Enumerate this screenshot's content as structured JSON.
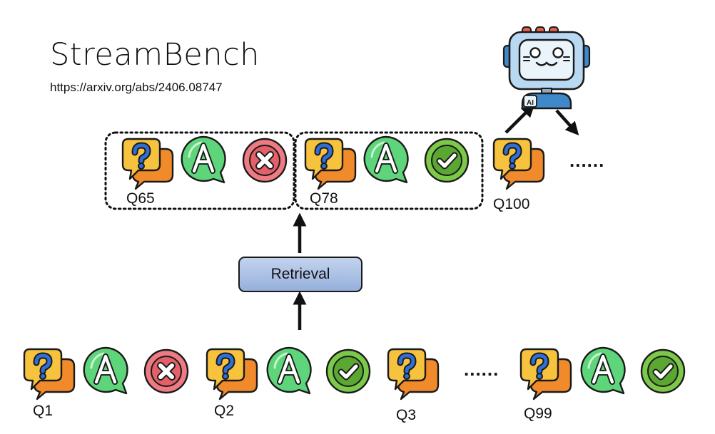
{
  "title": "StreamBench",
  "url": "https://arxiv.org/abs/2406.08747",
  "retrieval_label": "Retrieval",
  "ellipsis": "......",
  "labels": {
    "q65": "Q65",
    "q78": "Q78",
    "q100": "Q100",
    "q1": "Q1",
    "q2": "Q2",
    "q3": "Q3",
    "q99": "Q99"
  },
  "robot_badge": "AI",
  "colors": {
    "question_bubble_back": "#f08a2a",
    "question_bubble_front": "#f7c23e",
    "question_mark": "#2f6fd6",
    "answer_bubble": "#5ed57a",
    "correct_circle": "#7cc94a",
    "wrong_circle": "#ee7a82",
    "retrieval_fill": "#a8bfe6",
    "robot_body": "#b9d8f2"
  }
}
